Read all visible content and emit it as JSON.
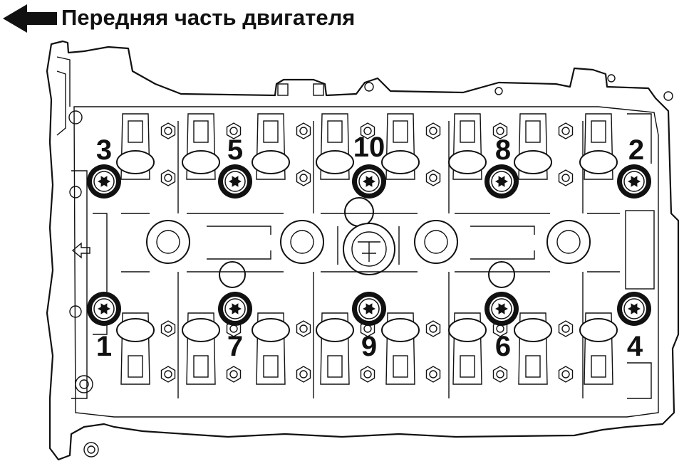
{
  "caption": {
    "text": "Передняя часть двигателя",
    "arrow_icon": "arrow-left-icon"
  },
  "bolts": [
    {
      "number": "1",
      "row": "bottom",
      "column": 1
    },
    {
      "number": "2",
      "row": "top",
      "column": 6
    },
    {
      "number": "3",
      "row": "top",
      "column": 1
    },
    {
      "number": "4",
      "row": "bottom",
      "column": 6
    },
    {
      "number": "5",
      "row": "top",
      "column": 2
    },
    {
      "number": "6",
      "row": "bottom",
      "column": 5
    },
    {
      "number": "7",
      "row": "bottom",
      "column": 2
    },
    {
      "number": "8",
      "row": "top",
      "column": 5
    },
    {
      "number": "9",
      "row": "bottom",
      "column": 3
    },
    {
      "number": "10",
      "row": "top",
      "column": 3
    }
  ],
  "colors": {
    "line": "#111111",
    "background": "#ffffff"
  }
}
